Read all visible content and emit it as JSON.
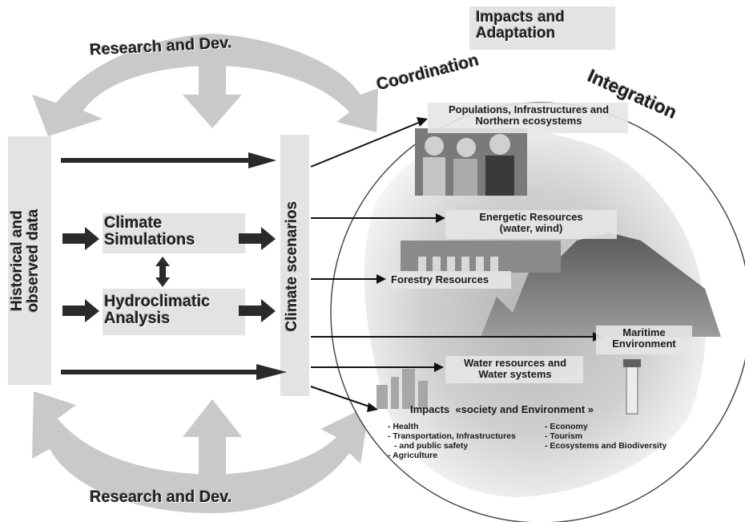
{
  "header": {
    "impacts_adaptation": [
      "Impacts and",
      "Adaptation"
    ]
  },
  "rd_top": "Research and Dev.",
  "rd_bottom": "Research and Dev.",
  "left_column": "Historical and observed data",
  "middle_column": "Climate scenarios",
  "climate_simulations": [
    "Climate",
    "Simulations"
  ],
  "hydroclimatic_analysis": [
    "Hydroclimatic",
    "Analysis"
  ],
  "circle": {
    "coordination": "Coordination",
    "integration": "Integration"
  },
  "targets": {
    "populations": [
      "Populations, Infrastructures and",
      "Northern ecosystems"
    ],
    "energetic": [
      "Energetic Resources",
      "(water, wind)"
    ],
    "forestry": "Forestry Resources",
    "maritime": [
      "Maritime",
      "Environment"
    ],
    "water": [
      "Water resources and",
      "Water systems"
    ],
    "impacts_title": "Impacts  «society and Environment »",
    "impacts_left": [
      "Health",
      "Transportation, Infrastructures",
      "and public safety",
      "Agriculture"
    ],
    "impacts_right": [
      "Economy",
      "Tourism",
      "Ecosystems and Biodiversity"
    ]
  },
  "icons": [
    "children-photo",
    "dam-photo",
    "forest-photo",
    "city-photo",
    "lighthouse-photo",
    "map-background"
  ]
}
